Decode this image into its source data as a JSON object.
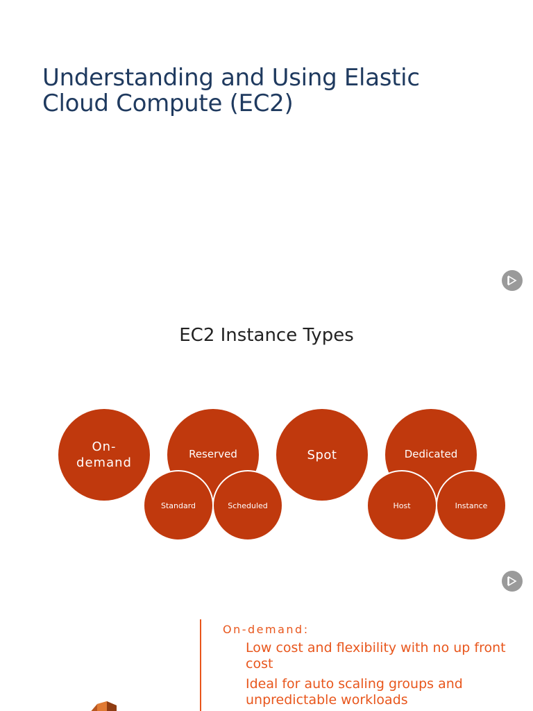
{
  "slide1": {
    "title_line1": "Understanding and Using Elastic",
    "title_line2": "Cloud Compute (EC2)"
  },
  "slide2": {
    "title": "EC2 Instance Types",
    "circles": {
      "on_demand": {
        "line1": "On-",
        "line2": "demand"
      },
      "reserved": "Reserved",
      "spot": "Spot",
      "dedicated": "Dedicated",
      "standard": "Standard",
      "scheduled": "Scheduled",
      "host": "Host",
      "instance": "Instance"
    }
  },
  "slide3": {
    "heading": "On-demand:",
    "bullets": [
      "Low cost and flexibility with no up front cost",
      "Ideal for auto scaling groups and unpredictable workloads"
    ]
  },
  "colors": {
    "title_blue": "#1f3a5f",
    "circle_fill": "#c0390d",
    "accent_orange": "#e8561c",
    "play_gray": "#9a9a9a"
  },
  "icons": {
    "play": "play-icon",
    "logo": "aws-logo-icon"
  }
}
